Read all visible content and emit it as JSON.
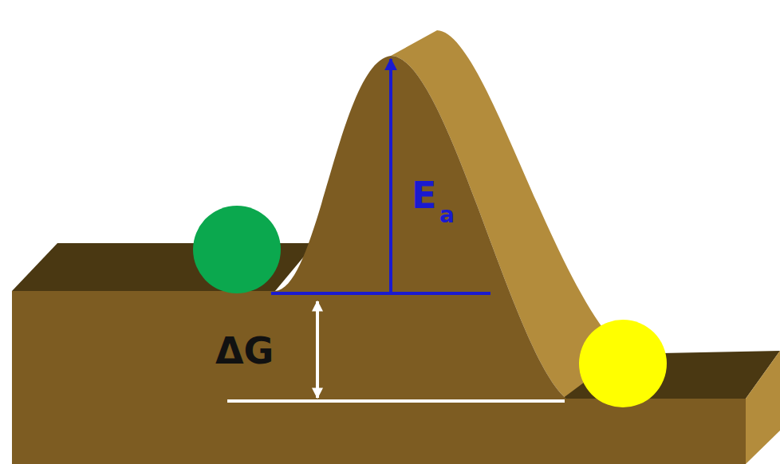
{
  "diagram": {
    "labels": [
      "E",
      "a",
      "ΔG"
    ]
  }
}
